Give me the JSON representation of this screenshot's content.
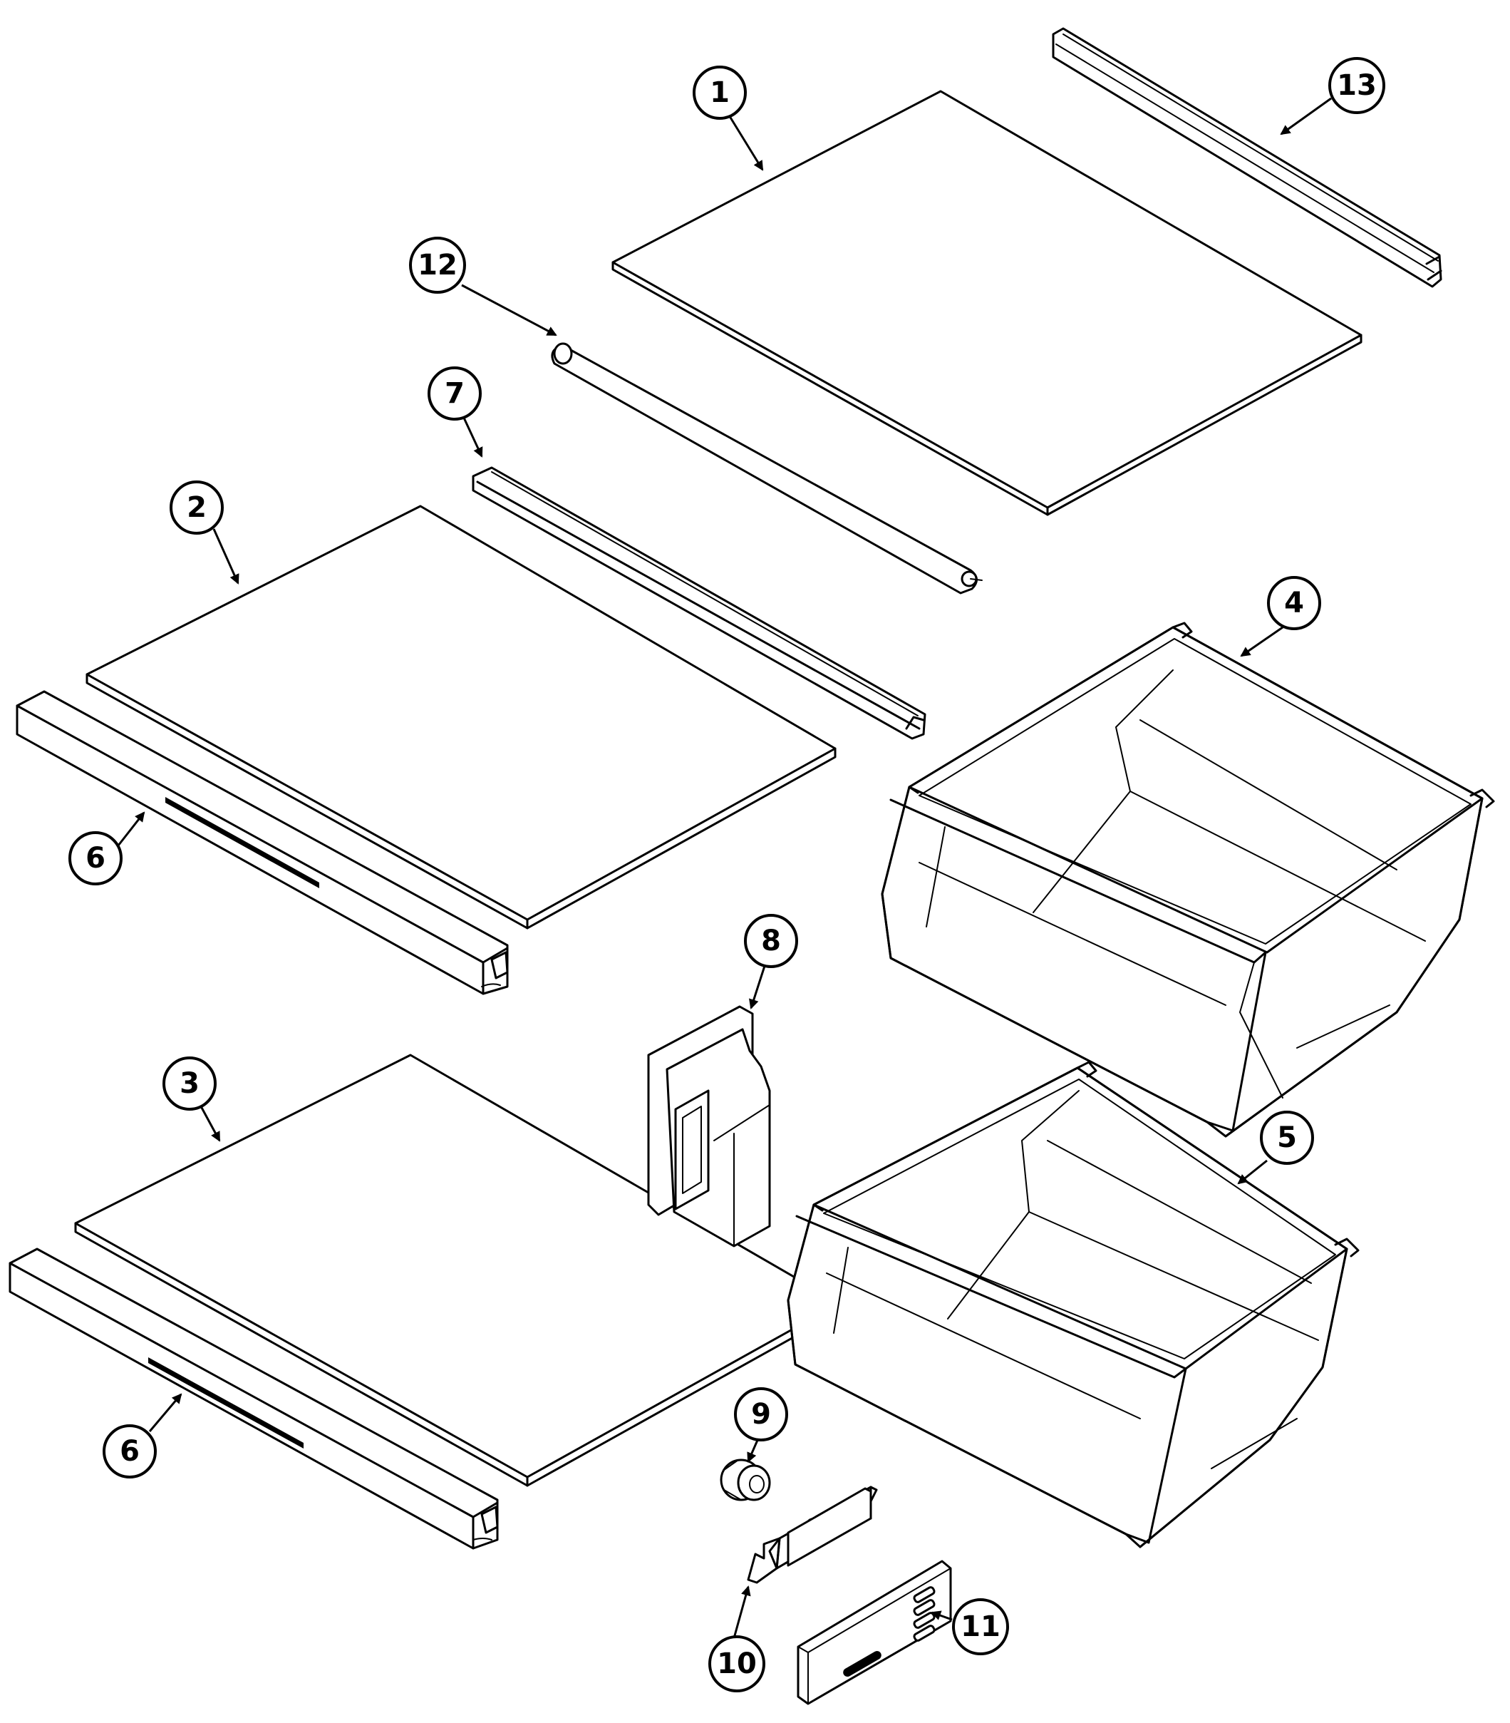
{
  "colors": {
    "ink": "#000000",
    "paper": "#ffffff"
  },
  "callouts": [
    {
      "id": "c1",
      "label": "1"
    },
    {
      "id": "c2",
      "label": "2"
    },
    {
      "id": "c3",
      "label": "3"
    },
    {
      "id": "c4",
      "label": "4"
    },
    {
      "id": "c5",
      "label": "5"
    },
    {
      "id": "c6a",
      "label": "6"
    },
    {
      "id": "c6b",
      "label": "6"
    },
    {
      "id": "c7",
      "label": "7"
    },
    {
      "id": "c8",
      "label": "8"
    },
    {
      "id": "c9",
      "label": "9"
    },
    {
      "id": "c10",
      "label": "10"
    },
    {
      "id": "c11",
      "label": "11"
    },
    {
      "id": "c12",
      "label": "12"
    },
    {
      "id": "c13",
      "label": "13"
    }
  ]
}
